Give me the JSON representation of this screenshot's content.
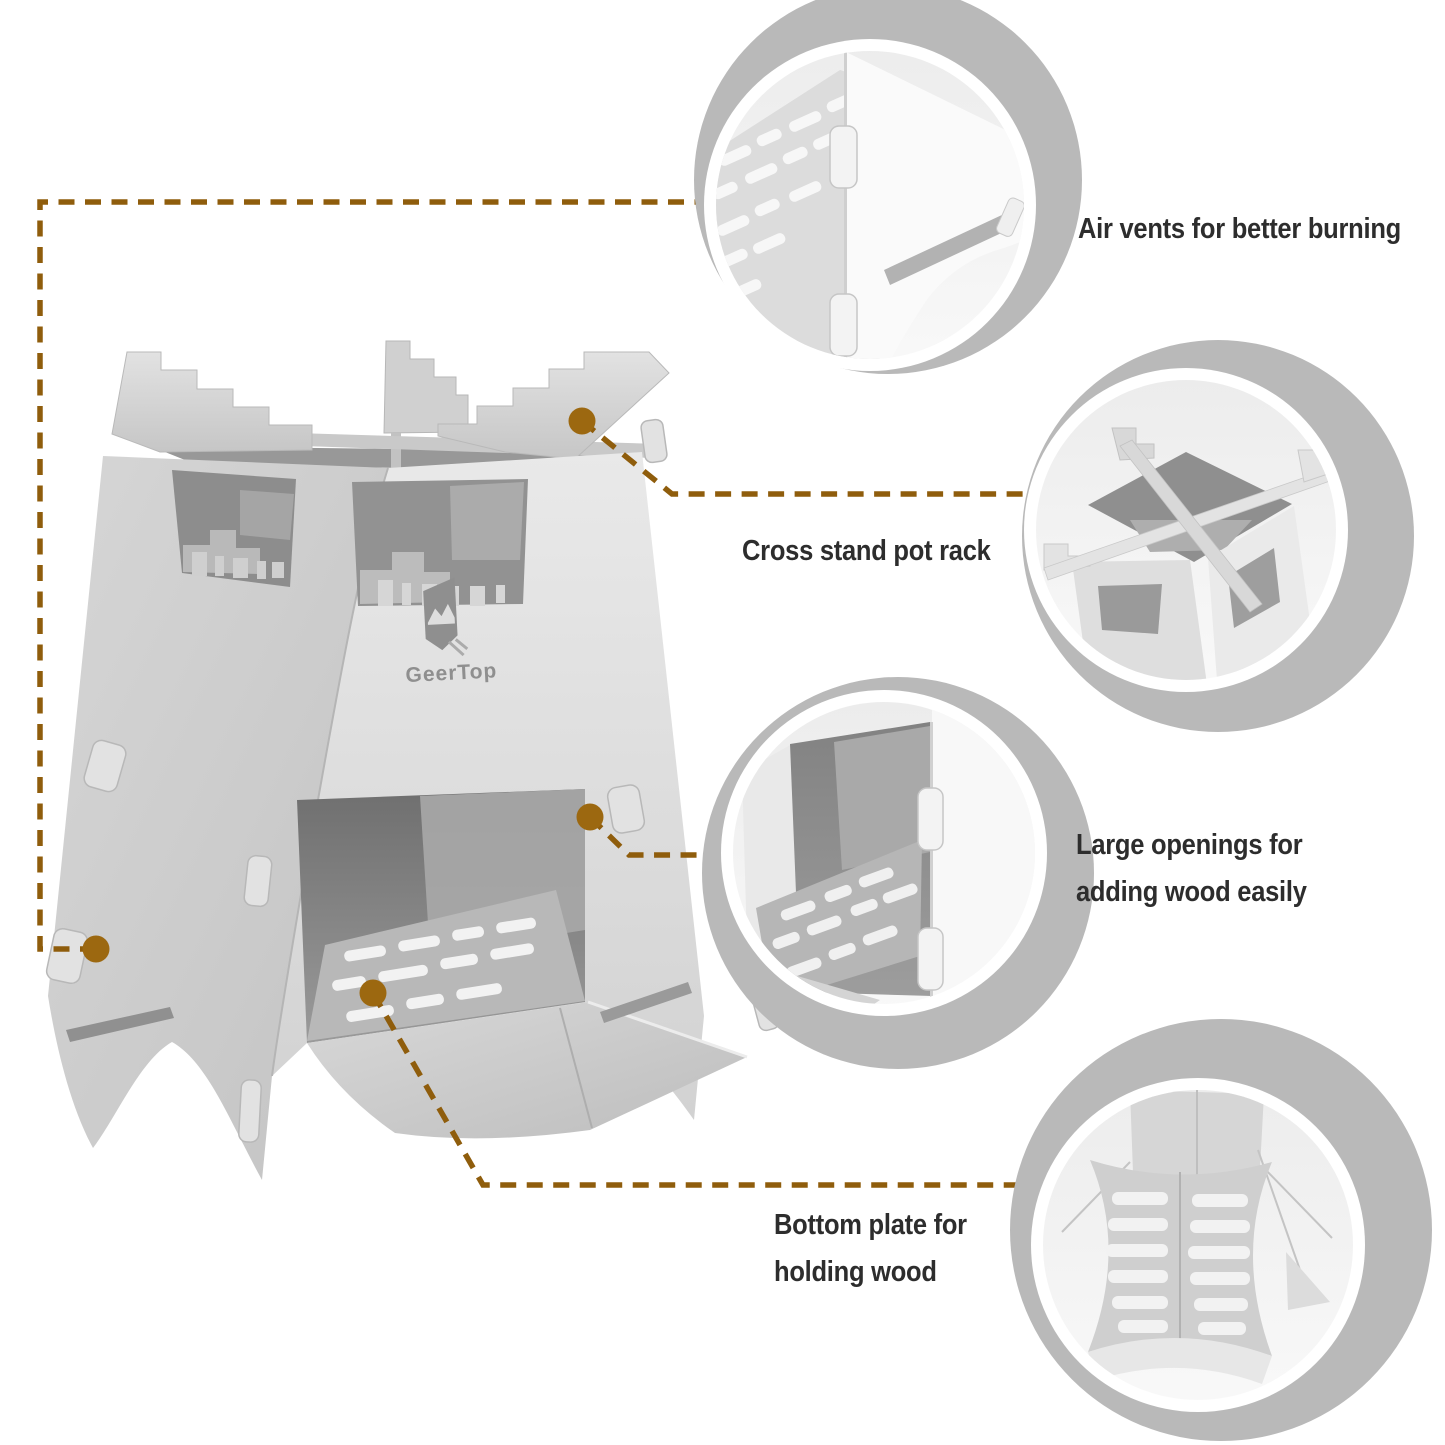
{
  "brand": {
    "logo_text": "GeerTop"
  },
  "callouts": [
    {
      "id": "air-vents",
      "lines": [
        "Air vents for better burning"
      ]
    },
    {
      "id": "cross-stand",
      "lines": [
        "Cross stand pot rack"
      ]
    },
    {
      "id": "large-openings",
      "lines": [
        "Large openings for",
        "adding wood easily"
      ]
    },
    {
      "id": "bottom-plate",
      "lines": [
        "Bottom plate for",
        "holding wood"
      ]
    }
  ],
  "colors": {
    "background": "#ffffff",
    "connector_line": "#8f5d0c",
    "connector_dot": "#9c6810",
    "callout_ring_gray": "#b9b9b9",
    "callout_ring_white": "#ffffff",
    "label_text": "#2d2d2d",
    "steel_light": "#e6e6e6",
    "steel_mid": "#cfcfcf",
    "steel_dark": "#8f8f8f",
    "logo_gray": "#8f8f8f"
  }
}
